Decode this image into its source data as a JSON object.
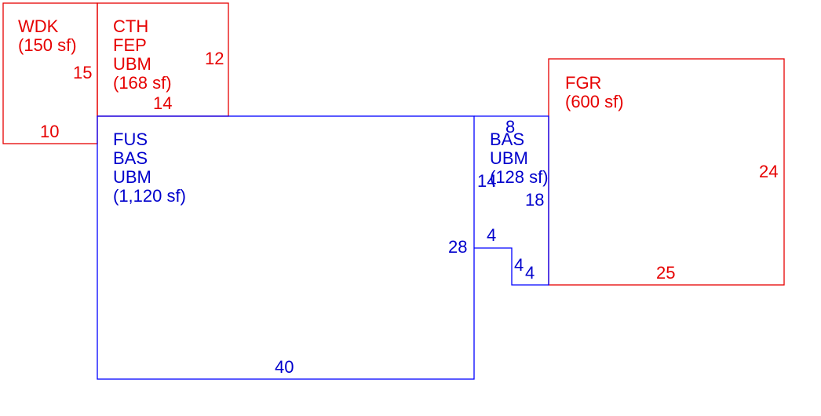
{
  "colors": {
    "red": "#e60000",
    "blue": "#0000ff",
    "blue_text": "#0000cc",
    "background": "#ffffff"
  },
  "areas": {
    "wdk": {
      "color": "red",
      "label_lines": [
        "WDK",
        "(150 sf)"
      ],
      "dims": [
        "15",
        "10"
      ]
    },
    "cth": {
      "color": "red",
      "label_lines": [
        "CTH",
        "FEP",
        "UBM",
        "(168 sf)"
      ],
      "dims": [
        "12",
        "14"
      ]
    },
    "fus": {
      "color": "blue",
      "label_lines": [
        "FUS",
        "BAS",
        "UBM",
        "(1,120 sf)"
      ],
      "dims": [
        "28",
        "40"
      ]
    },
    "bas": {
      "color": "blue",
      "label_lines": [
        "BAS",
        "UBM",
        "(128 sf)"
      ],
      "dims": [
        "8",
        "14",
        "18",
        "4",
        "4",
        "4"
      ]
    },
    "fgr": {
      "color": "red",
      "label_lines": [
        "FGR",
        "(600 sf)"
      ],
      "dims": [
        "24",
        "25"
      ]
    }
  }
}
